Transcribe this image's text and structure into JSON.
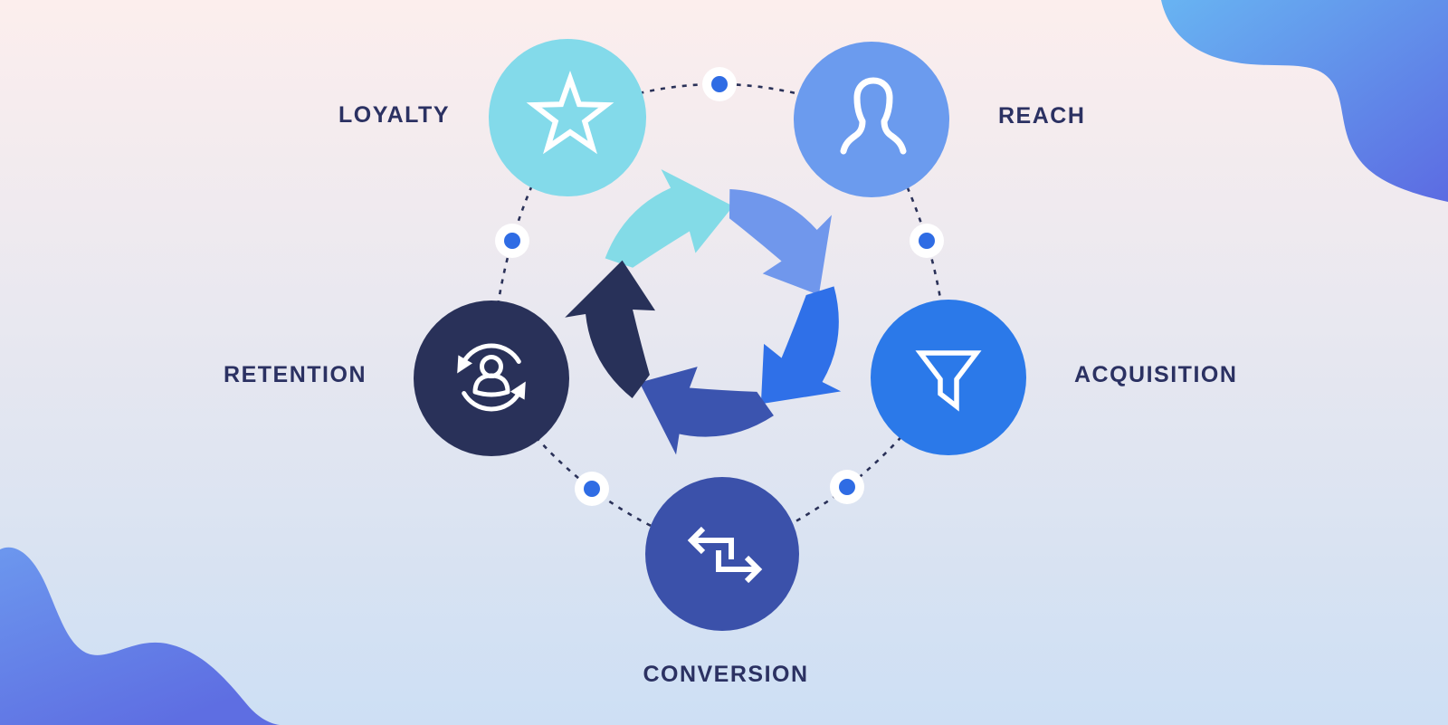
{
  "stages": [
    {
      "label": "LOYALTY",
      "circle_color": "#83daea",
      "arrow_color": "#83dbe7",
      "icon": "star-icon"
    },
    {
      "label": "REACH",
      "circle_color": "#6b9bee",
      "arrow_color": "#7097ec",
      "icon": "person-icon"
    },
    {
      "label": "ACQUISITION",
      "circle_color": "#2b79e9",
      "arrow_color": "#2f70e8",
      "icon": "funnel-icon"
    },
    {
      "label": "CONVERSION",
      "circle_color": "#3b51aa",
      "arrow_color": "#3b54af",
      "icon": "swap-arrows-icon"
    },
    {
      "label": "RETENTION",
      "circle_color": "#293159",
      "arrow_color": "#283159",
      "icon": "person-refresh-icon"
    }
  ],
  "connector": {
    "dash_color": "#2a3158",
    "dot_color": "#2f6ce4",
    "dot_ring_color": "#ffffff"
  },
  "icon_color": "#ffffff",
  "decor": {
    "blob_top_right_from": "#68b4f2",
    "blob_top_right_to": "#5c6be2",
    "blob_bottom_left_from": "#6c97ee",
    "blob_bottom_left_to": "#5e6ee2"
  },
  "css_vars": {
    "--bg-top": "#fceeed",
    "--bg-upper": "#efeaef",
    "--bg-lower": "#e0e5f1",
    "--bg-bottom": "#cddff4",
    "--label-color": "#2b3162"
  }
}
